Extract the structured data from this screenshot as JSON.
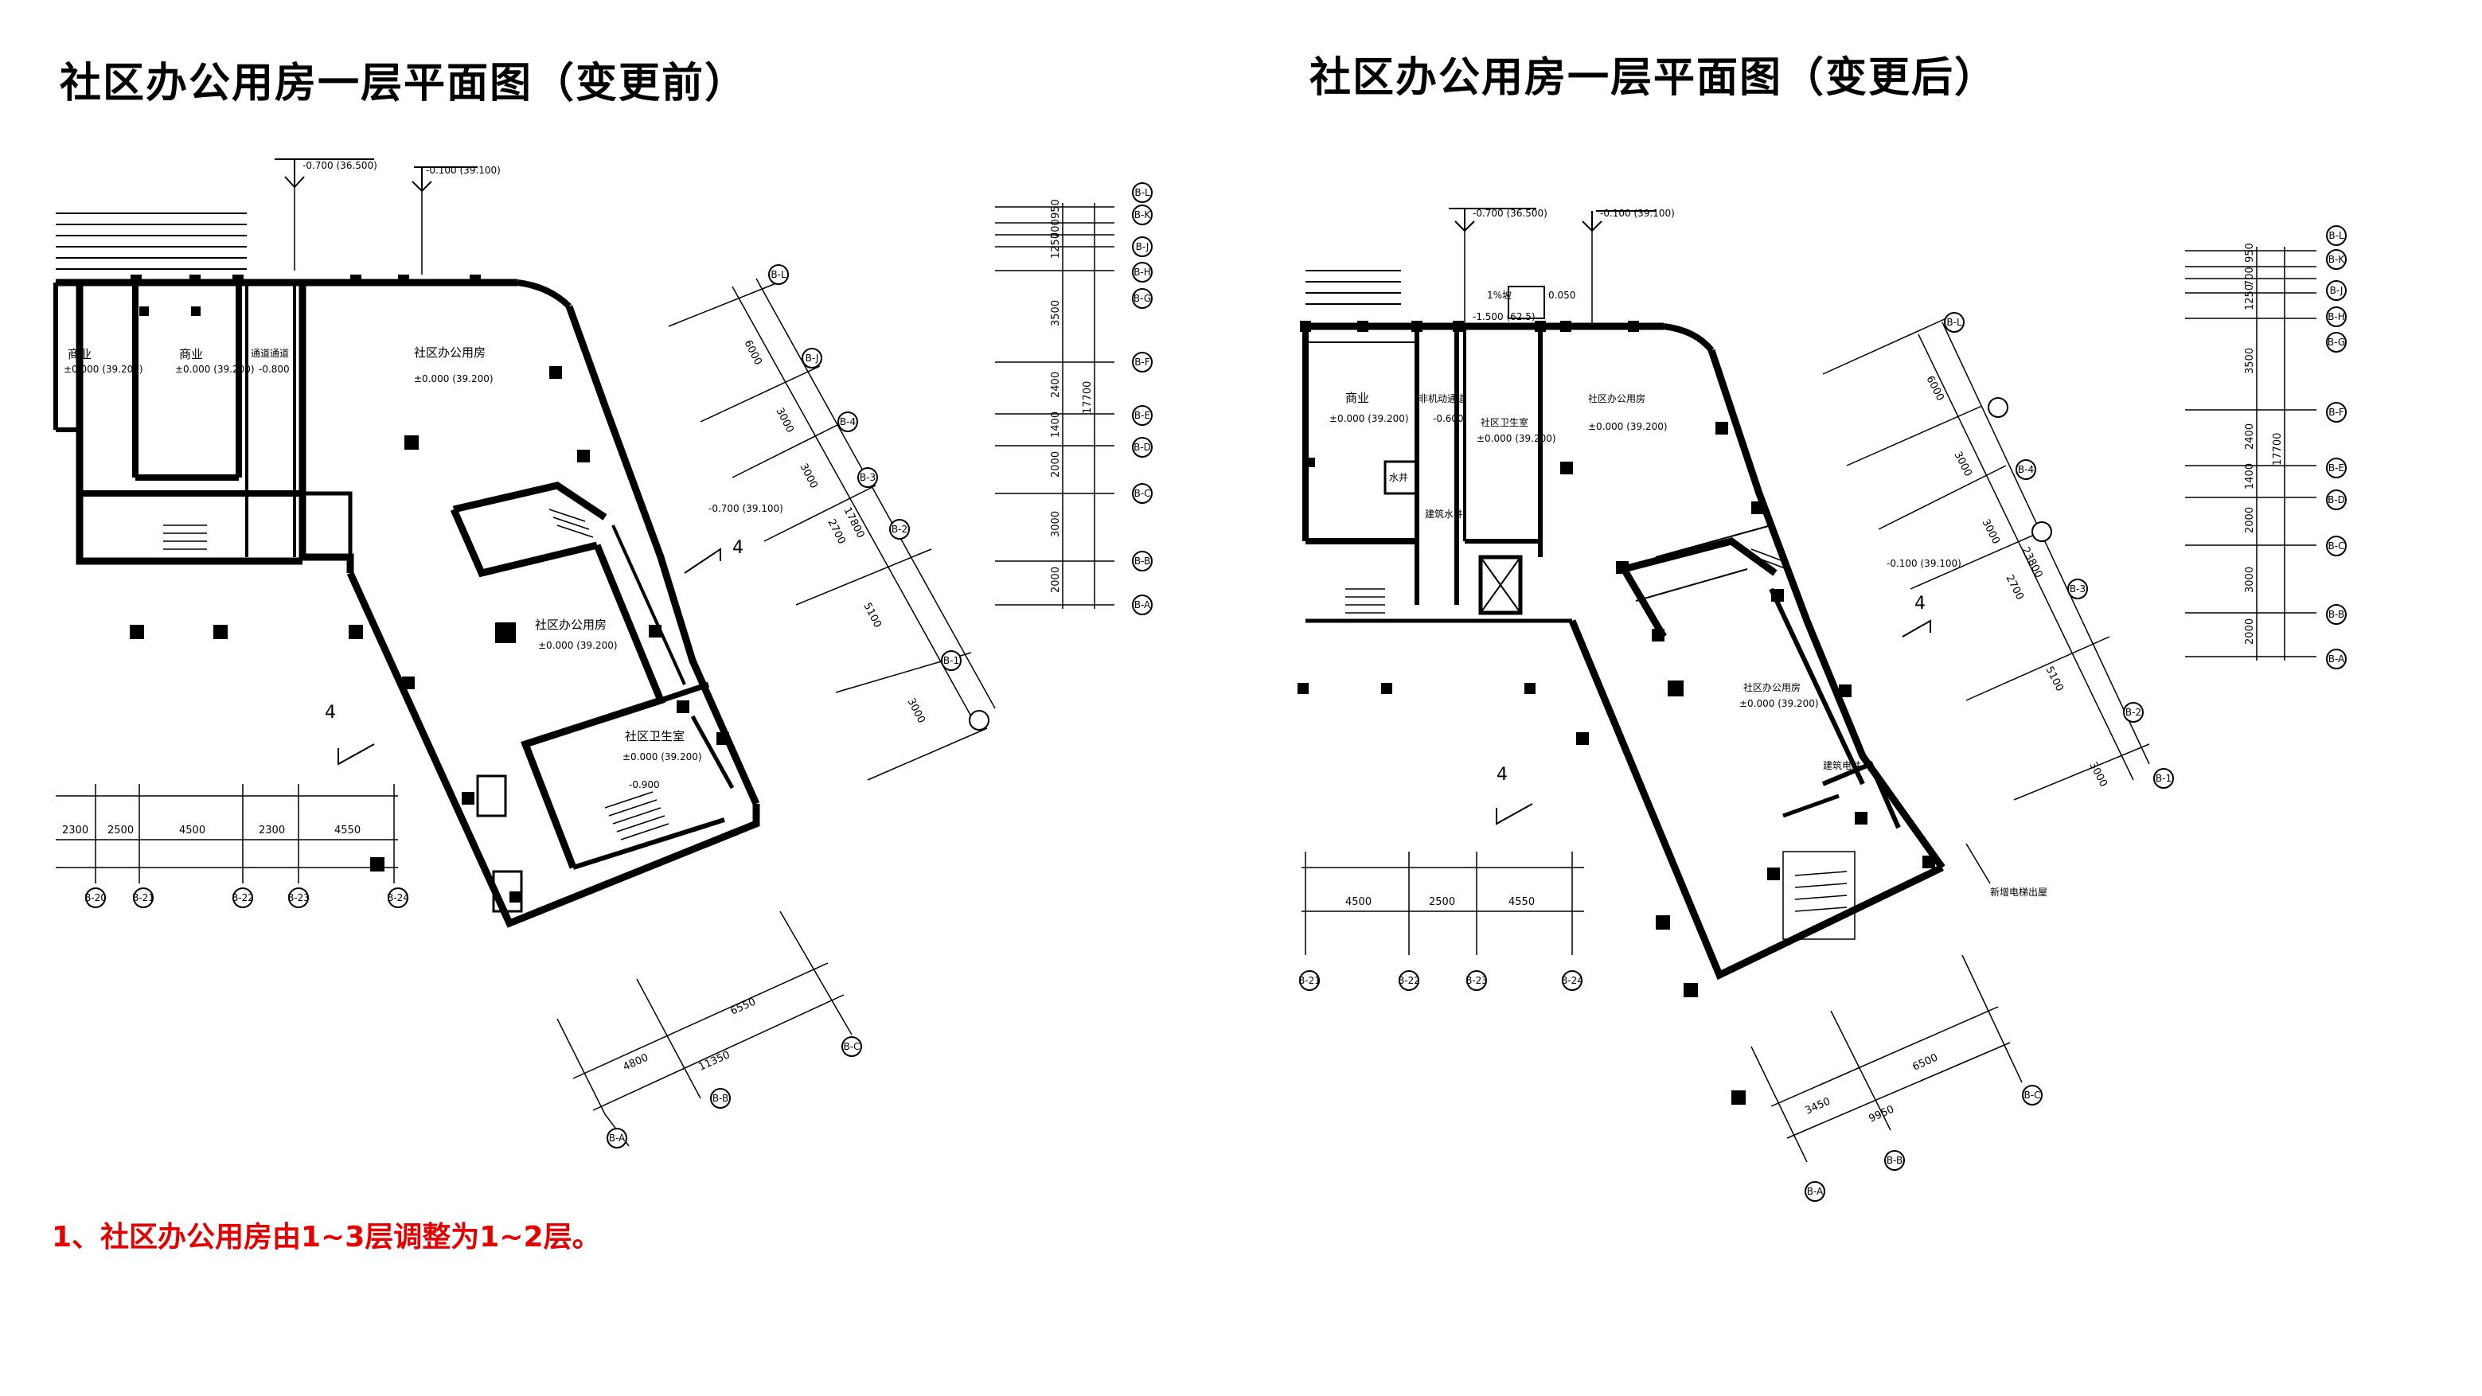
{
  "titles": {
    "before": "社区办公用房一层平面图（变更前）",
    "after": "社区办公用房一层平面图（变更后）"
  },
  "note": "1、社区办公用房由1~3层调整为1~2层。",
  "before": {
    "levels": {
      "top1": "-0.700 (36.500)",
      "top2": "-0.100 (39.100)",
      "mid": "-0.700 (39.100)"
    },
    "rooms": {
      "shop1": "商业",
      "shop1_lvl": "±0.000 (39.200)",
      "shop2": "商业",
      "shop2_lvl": "±0.000 (39.200)",
      "passage": "通道通道",
      "passage_lvl": "-0.800",
      "office1": "社区办公用房",
      "office1_lvl": "±0.000 (39.200)",
      "office2": "社区办公用房",
      "office2_lvl": "±0.000 (39.200)",
      "wc": "社区卫生室",
      "wc_lvl": "±0.000 (39.200)",
      "lvl_low": "-0.900"
    },
    "area_no": "4",
    "axes_right": [
      "B-L",
      "B-K",
      "B-J",
      "B-H",
      "B-G",
      "B-F",
      "B-E",
      "B-D",
      "B-C",
      "B-B",
      "B-A"
    ],
    "dims_right": [
      "950",
      "700",
      "500",
      "1250",
      "3500",
      "2400",
      "1400",
      "2000",
      "3000",
      "2000"
    ],
    "dims_right_total": "17700",
    "dims_diag": [
      "6000",
      "3000",
      "3000",
      "2700",
      "5100",
      "3000"
    ],
    "dims_diag_total": "17800",
    "axes_diag": [
      "B-L",
      "B-J",
      "B-4",
      "B-3",
      "B-2",
      "B-1"
    ],
    "dims_bottom": [
      "2300",
      "2500",
      "4500",
      "2300",
      "4550"
    ],
    "axes_bottom": [
      "B-20",
      "B-21",
      "B-22",
      "B-23",
      "B-24"
    ],
    "dims_lower": [
      "4800",
      "6550"
    ],
    "dims_lower_total": "11350",
    "axes_lower": [
      "B-A",
      "B-B",
      "B-C"
    ]
  },
  "after": {
    "levels": {
      "top1": "-0.700 (36.500)",
      "top2": "-0.100 (39.100)",
      "mid": "-0.100 (39.100)",
      "step": "0.050",
      "pit": "-1.500 (62.5)",
      "pit_label": "1%坡"
    },
    "rooms": {
      "shop": "商业",
      "shop_lvl": "±0.000 (39.200)",
      "passage": "非机动通道",
      "passage_lvl": "-0.600",
      "wc": "社区卫生室",
      "wc_lvl": "±0.000 (39.200)",
      "office1": "社区办公用房",
      "office1_lvl": "±0.000 (39.200)",
      "office2": "社区办公用房",
      "office2_lvl": "±0.000 (39.200)",
      "well": "水井",
      "label_a": "建筑水井",
      "label_b": "建筑电井",
      "label_c": "新增电梯出屋"
    },
    "area_no": "4",
    "axes_right": [
      "B-L",
      "B-K",
      "B-J",
      "B-H",
      "B-G",
      "B-F",
      "B-E",
      "B-D",
      "B-C",
      "B-B",
      "B-A"
    ],
    "dims_right": [
      "950",
      "700",
      "500",
      "1250",
      "3500",
      "2400",
      "1400",
      "2000",
      "3000",
      "2000"
    ],
    "dims_right_total": "17700",
    "dims_diag": [
      "6000",
      "3000",
      "3000",
      "2700",
      "5100",
      "3000"
    ],
    "dims_diag_total": "23800",
    "axes_diag": [
      "B-L",
      "B-4",
      "B-3",
      "B-2",
      "B-1"
    ],
    "dims_bottom": [
      "4500",
      "2500",
      "4550"
    ],
    "axes_bottom": [
      "B-21",
      "B-22",
      "B-23",
      "B-24"
    ],
    "dims_lower": [
      "3450",
      "6500"
    ],
    "dims_lower_total": "9950",
    "axes_lower": [
      "B-A",
      "B-B",
      "B-C"
    ]
  }
}
